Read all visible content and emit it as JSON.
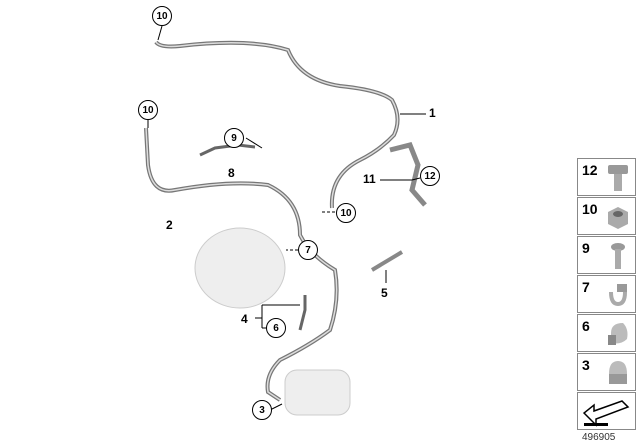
{
  "callouts_circled": [
    "10",
    "10",
    "9",
    "10",
    "7",
    "6",
    "12",
    "3"
  ],
  "callouts_plain": [
    "1",
    "2",
    "4",
    "5",
    "8",
    "11"
  ],
  "legend": [
    {
      "number": "12",
      "icon": "hex-bolt-icon"
    },
    {
      "number": "10",
      "icon": "hex-nut-icon"
    },
    {
      "number": "9",
      "icon": "screw-icon"
    },
    {
      "number": "7",
      "icon": "cable-clip-icon"
    },
    {
      "number": "6",
      "icon": "clip-icon"
    },
    {
      "number": "3",
      "icon": "cap-nut-icon"
    },
    {
      "number": "",
      "icon": "direction-arrow-icon"
    }
  ],
  "diagram_id": "496905"
}
